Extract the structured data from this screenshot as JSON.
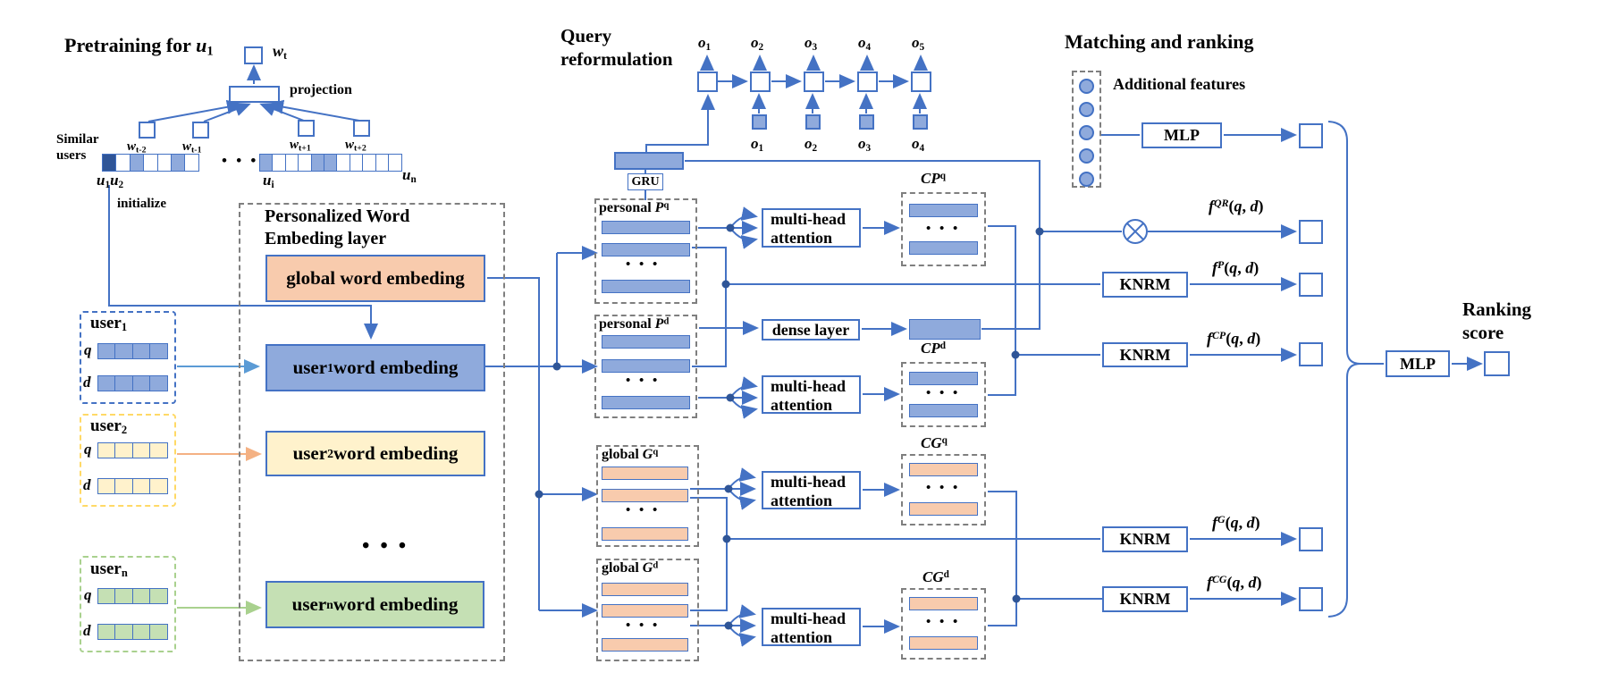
{
  "pretraining": {
    "title": "Pretraining for *u*_{1}",
    "target_word_label": "*w*_{t}",
    "projection_label": "projection",
    "context_word_labels": [
      "*w*_{t-2}",
      "*w*_{t-1}",
      "*w*_{t+1}",
      "*w*_{t+2}"
    ],
    "similar_users_line1": "Similar",
    "similar_users_line2": "users",
    "initialize_label": "initialize",
    "left_cells": [
      "dark",
      "white",
      "light",
      "white",
      "white",
      "light",
      "white"
    ],
    "right_cells": [
      "light",
      "white",
      "white",
      "white",
      "light",
      "light",
      "white",
      "white",
      "white",
      "white",
      "white"
    ],
    "row_ellipsis": "• • •",
    "left_group_label": "*u*_{1}*u*_{2}",
    "mid_group_label": "*u*_{i}",
    "right_group_label": "*u*_{n}"
  },
  "embedding_layer": {
    "title_line1": "Personalized Word",
    "title_line2": "Embeding layer",
    "global_label": "global word embeding",
    "user1_label": "user_{1} word embeding",
    "user2_label": "user_{2} word embeding",
    "usern_label": "user_{n} word embeding",
    "ellipsis": "• • •"
  },
  "users": {
    "user1": {
      "name": "user_{1}",
      "q": "*q*",
      "d": "*d*"
    },
    "user2": {
      "name": "user_{2}",
      "q": "*q*",
      "d": "*d*"
    },
    "usern": {
      "name": "user_{n}",
      "q": "*q*",
      "d": "*d*"
    }
  },
  "query_reformulation": {
    "title_line1": "Query",
    "title_line2": "reformulation",
    "gru_label": "GRU",
    "outputs": [
      "*o*_{1}",
      "*o*_{2}",
      "*o*_{3}",
      "*o*_{4}",
      "*o*_{5}"
    ],
    "inputs": [
      "*o*_{1}",
      "*o*_{2}",
      "*o*_{3}",
      "*o*_{4}"
    ]
  },
  "stacks": {
    "pq": "personal *P*^{q}",
    "pd": "personal *P*^{d}",
    "gq": "global *G*^{q}",
    "gd": "global *G*^{d}",
    "cpq": "*CP*^{q}",
    "cpd": "*CP*^{d}",
    "cgq": "*CG*^{q}",
    "cgd": "*CG*^{d}",
    "ellipsis": "• • •"
  },
  "ops": {
    "mha_line1": "multi-head",
    "mha_line2": "attention",
    "dense_label": "dense layer",
    "knrm_label": "KNRM",
    "mlp_label": "MLP"
  },
  "matching": {
    "title": "Matching and ranking",
    "additional_features_label": "Additional features",
    "score_qr": "*f*^{*QR*}(*q*, *d*)",
    "score_p": "*f*^{*P*}(*q*, *d*)",
    "score_cp": "*f*^{*CP*}(*q*, *d*)",
    "score_g": "*f*^{*G*}(*q*, *d*)",
    "score_cg": "*f*^{*CG*}(*q*, *d*)",
    "ranking_line1": "Ranking",
    "ranking_line2": "score"
  },
  "colors": {
    "line_blue": "#4472C4",
    "light_blue": "#8FAADC",
    "dark_blue": "#2F5597",
    "peach": "#F8CBAD",
    "yellow": "#FFF2CC",
    "green": "#C5E0B4",
    "arrow_user1": "#5B9BD5",
    "arrow_user2": "#F4B183",
    "arrow_usern": "#A9D18E",
    "dashed_gray": "#7F7F7F"
  }
}
